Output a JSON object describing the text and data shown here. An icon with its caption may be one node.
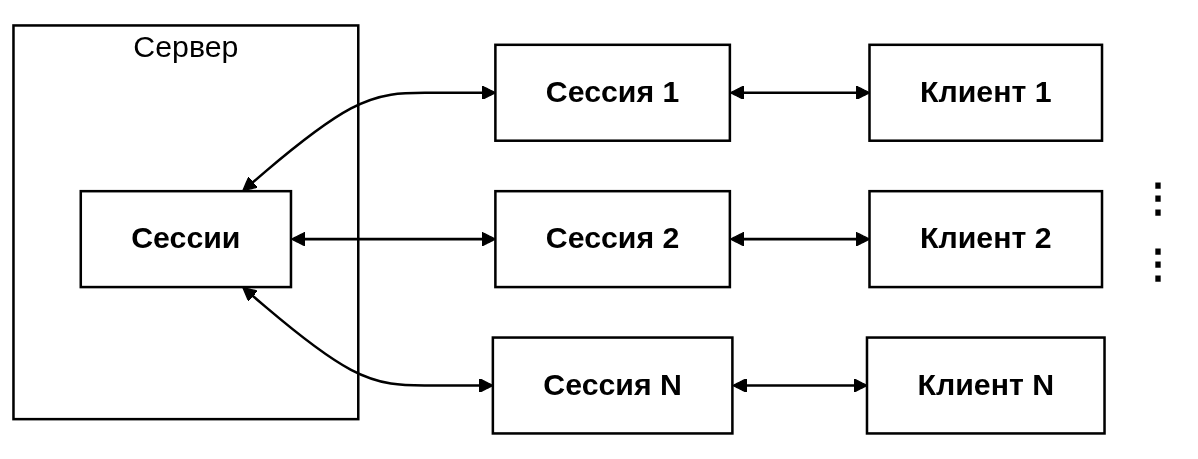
{
  "diagram": {
    "nodes": [
      {
        "text": [
          "Сервер"
        ]
      },
      {
        "text": [
          "Сессии"
        ],
        "in": 0
      },
      {
        "text": [
          "Сессия 1"
        ]
      },
      {
        "text": [
          "Клиент 1"
        ]
      },
      {
        "text": [
          "Сессия 2"
        ]
      },
      {
        "text": [
          "Клиент 2"
        ]
      },
      {
        "text": [
          "Сессия N"
        ]
      },
      {
        "text": [
          "Клиент N"
        ]
      }
    ],
    "edges": [
      {
        "from": 1,
        "to": 2,
        "arrow": "both"
      },
      {
        "from": 1,
        "to": 4,
        "arrow": "both"
      },
      {
        "from": 1,
        "to": 6,
        "arrow": "both"
      },
      {
        "from": 2,
        "to": 3,
        "arrow": "both"
      },
      {
        "from": 4,
        "to": 5,
        "arrow": "both"
      },
      {
        "from": 6,
        "to": 7,
        "arrow": "both"
      }
    ],
    "labels": [
      "⋮",
      "⋮"
    ]
  }
}
